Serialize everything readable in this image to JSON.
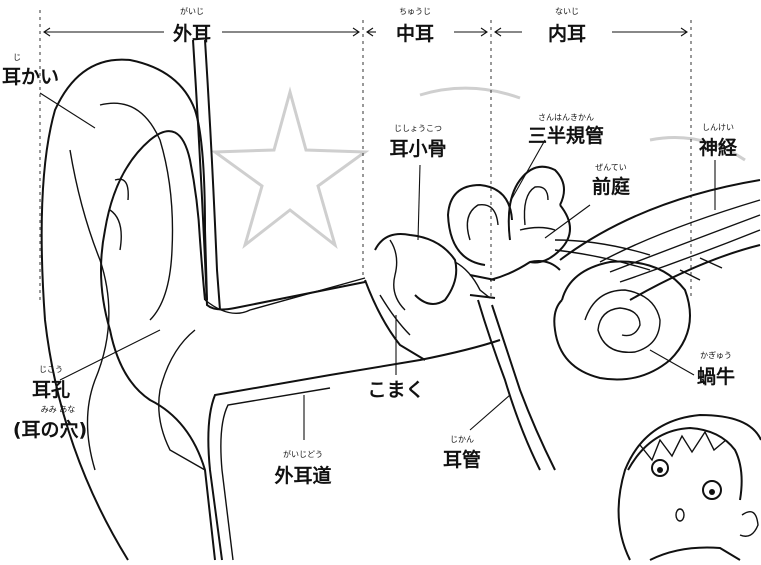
{
  "sections": [
    {
      "label": "外耳",
      "ruby": "がいじ"
    },
    {
      "label": "中耳",
      "ruby": "ちゅうじ"
    },
    {
      "label": "内耳",
      "ruby": "ないじ"
    }
  ],
  "labels": {
    "auricle": {
      "text": "耳かい",
      "ruby": "じ"
    },
    "ossicles": {
      "text": "耳小骨",
      "ruby": "じしょうこつ"
    },
    "canals": {
      "text": "三半規管",
      "ruby": "さんはんきかん"
    },
    "nerve": {
      "text": "神経",
      "ruby": "しんけい"
    },
    "vestibule": {
      "text": "前庭",
      "ruby": "ぜんてい"
    },
    "cochlea": {
      "text": "蝸牛",
      "ruby": "かぎゅう"
    },
    "eardrum": {
      "text": "こまく"
    },
    "ear_canal": {
      "text": "外耳道",
      "ruby": "がいじどう"
    },
    "eustachian": {
      "text": "耳管",
      "ruby": "じかん"
    },
    "ear_hole": {
      "text": "耳孔",
      "ruby": "じこう",
      "sub": "(耳の穴)",
      "sub_ruby": "みみ  あな"
    }
  }
}
